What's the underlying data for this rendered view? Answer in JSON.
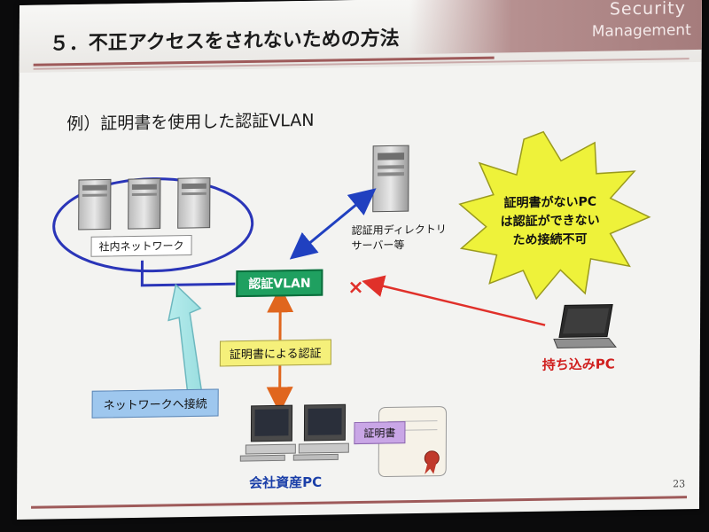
{
  "header": {
    "title": "５．不正アクセスをされないための方法",
    "brand_line1": "Security",
    "brand_line2": "Management"
  },
  "subtitle": "例）証明書を使用した認証VLAN",
  "labels": {
    "intranet": "社内ネットワーク",
    "auth_vlan": "認証VLAN",
    "directory_line1": "認証用ディレクトリ",
    "directory_line2": "サーバー等",
    "cert_auth": "証明書による認証",
    "network_connect": "ネットワークへ接続",
    "certificate": "証明書",
    "company_pc": "会社資産PC",
    "byod_pc": "持ち込みPC",
    "burst_line1": "証明書がないPC",
    "burst_line2": "は認証ができない",
    "burst_line3": "ため接続不可",
    "blocked_mark": "×"
  },
  "page_number": "23",
  "colors": {
    "vlan_green": "#1fa060",
    "red_arrow": "#e0302a",
    "orange_arrow": "#e0661e",
    "blue_arrow": "#2040c0",
    "burst_yellow": "#eef23a"
  }
}
